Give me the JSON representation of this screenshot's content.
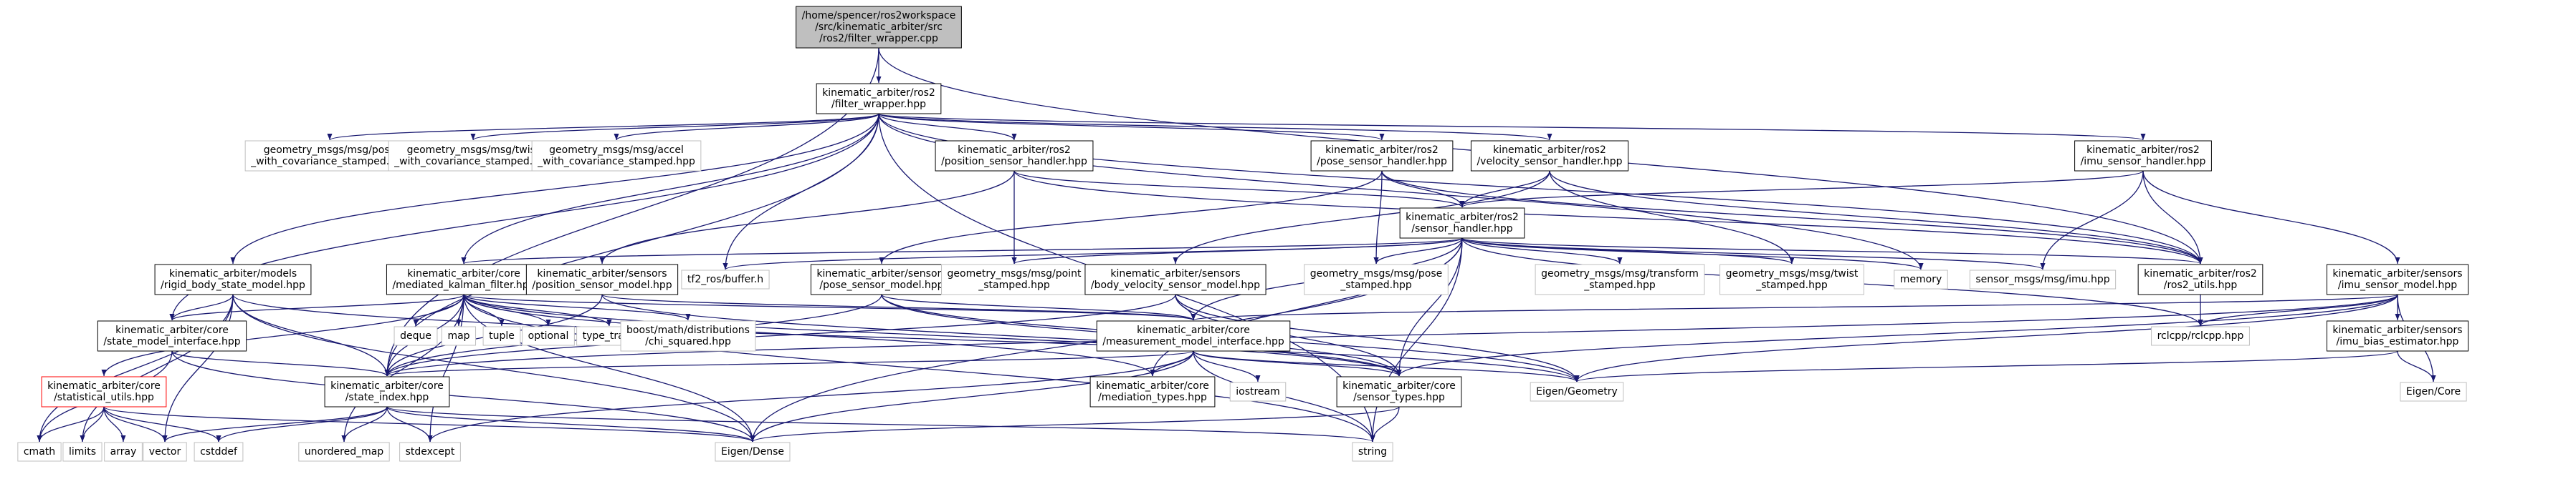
{
  "title": "",
  "colors": {
    "edge": "#191970",
    "border_dark": "#000000",
    "border_red": "#ff0000",
    "border_light": "#bfbfbf",
    "root_fill": "#bfbfbf"
  },
  "nodes": [
    {
      "id": "root",
      "lines": [
        "/home/spencer/ros2workspace",
        "/src/kinematic_arbiter/src",
        "/ros2/filter_wrapper.cpp"
      ],
      "style": "root"
    },
    {
      "id": "fw",
      "lines": [
        "kinematic_arbiter/ros2",
        "/filter_wrapper.hpp"
      ],
      "style": "dark"
    },
    {
      "id": "gm_pose_cov",
      "lines": [
        "geometry_msgs/msg/pose",
        "_with_covariance_stamped.hpp"
      ],
      "style": "light"
    },
    {
      "id": "gm_twist_cov",
      "lines": [
        "geometry_msgs/msg/twist",
        "_with_covariance_stamped.hpp"
      ],
      "style": "light"
    },
    {
      "id": "gm_accel_cov",
      "lines": [
        "geometry_msgs/msg/accel",
        "_with_covariance_stamped.hpp"
      ],
      "style": "light"
    },
    {
      "id": "pos_handler",
      "lines": [
        "kinematic_arbiter/ros2",
        "/position_sensor_handler.hpp"
      ],
      "style": "dark"
    },
    {
      "id": "pose_handler",
      "lines": [
        "kinematic_arbiter/ros2",
        "/pose_sensor_handler.hpp"
      ],
      "style": "dark"
    },
    {
      "id": "vel_handler",
      "lines": [
        "kinematic_arbiter/ros2",
        "/velocity_sensor_handler.hpp"
      ],
      "style": "dark"
    },
    {
      "id": "imu_handler",
      "lines": [
        "kinematic_arbiter/ros2",
        "/imu_sensor_handler.hpp"
      ],
      "style": "dark"
    },
    {
      "id": "sensor_handler",
      "lines": [
        "kinematic_arbiter/ros2",
        "/sensor_handler.hpp"
      ],
      "style": "dark"
    },
    {
      "id": "rigid_model",
      "lines": [
        "kinematic_arbiter/models",
        "/rigid_body_state_model.hpp"
      ],
      "style": "dark"
    },
    {
      "id": "mkf",
      "lines": [
        "kinematic_arbiter/core",
        "/mediated_kalman_filter.hpp"
      ],
      "style": "dark"
    },
    {
      "id": "pos_model",
      "lines": [
        "kinematic_arbiter/sensors",
        "/position_sensor_model.hpp"
      ],
      "style": "dark"
    },
    {
      "id": "tf2",
      "lines": [
        "tf2_ros/buffer.h"
      ],
      "style": "light"
    },
    {
      "id": "pose_model",
      "lines": [
        "kinematic_arbiter/sensors",
        "/pose_sensor_model.hpp"
      ],
      "style": "dark"
    },
    {
      "id": "gm_point",
      "lines": [
        "geometry_msgs/msg/point",
        "_stamped.hpp"
      ],
      "style": "light"
    },
    {
      "id": "bv_model",
      "lines": [
        "kinematic_arbiter/sensors",
        "/body_velocity_sensor_model.hpp"
      ],
      "style": "dark"
    },
    {
      "id": "gm_pose_st",
      "lines": [
        "geometry_msgs/msg/pose",
        "_stamped.hpp"
      ],
      "style": "light"
    },
    {
      "id": "gm_tf",
      "lines": [
        "geometry_msgs/msg/transform",
        "_stamped.hpp"
      ],
      "style": "light"
    },
    {
      "id": "gm_twist_st",
      "lines": [
        "geometry_msgs/msg/twist",
        "_stamped.hpp"
      ],
      "style": "light"
    },
    {
      "id": "memory",
      "lines": [
        "memory"
      ],
      "style": "light"
    },
    {
      "id": "imu_msg",
      "lines": [
        "sensor_msgs/msg/imu.hpp"
      ],
      "style": "light"
    },
    {
      "id": "ros2_utils",
      "lines": [
        "kinematic_arbiter/ros2",
        "/ros2_utils.hpp"
      ],
      "style": "dark"
    },
    {
      "id": "imu_model",
      "lines": [
        "kinematic_arbiter/sensors",
        "/imu_sensor_model.hpp"
      ],
      "style": "dark"
    },
    {
      "id": "smi",
      "lines": [
        "kinematic_arbiter/core",
        "/state_model_interface.hpp"
      ],
      "style": "dark"
    },
    {
      "id": "deque",
      "lines": [
        "deque"
      ],
      "style": "light"
    },
    {
      "id": "map",
      "lines": [
        "map"
      ],
      "style": "light"
    },
    {
      "id": "tuple",
      "lines": [
        "tuple"
      ],
      "style": "light"
    },
    {
      "id": "optional",
      "lines": [
        "optional"
      ],
      "style": "light"
    },
    {
      "id": "type_traits",
      "lines": [
        "type_traits"
      ],
      "style": "light"
    },
    {
      "id": "boost_chi",
      "lines": [
        "boost/math/distributions",
        "/chi_squared.hpp"
      ],
      "style": "light"
    },
    {
      "id": "mmi",
      "lines": [
        "kinematic_arbiter/core",
        "/measurement_model_interface.hpp"
      ],
      "style": "dark"
    },
    {
      "id": "rclcpp",
      "lines": [
        "rclcpp/rclcpp.hpp"
      ],
      "style": "light"
    },
    {
      "id": "imu_bias",
      "lines": [
        "kinematic_arbiter/sensors",
        "/imu_bias_estimator.hpp"
      ],
      "style": "dark"
    },
    {
      "id": "stat_utils",
      "lines": [
        "kinematic_arbiter/core",
        "/statistical_utils.hpp"
      ],
      "style": "red"
    },
    {
      "id": "state_index",
      "lines": [
        "kinematic_arbiter/core",
        "/state_index.hpp"
      ],
      "style": "dark"
    },
    {
      "id": "med_types",
      "lines": [
        "kinematic_arbiter/core",
        "/mediation_types.hpp"
      ],
      "style": "dark"
    },
    {
      "id": "iostream",
      "lines": [
        "iostream"
      ],
      "style": "light"
    },
    {
      "id": "sensor_types",
      "lines": [
        "kinematic_arbiter/core",
        "/sensor_types.hpp"
      ],
      "style": "dark"
    },
    {
      "id": "eigen_geo",
      "lines": [
        "Eigen/Geometry"
      ],
      "style": "light"
    },
    {
      "id": "eigen_core",
      "lines": [
        "Eigen/Core"
      ],
      "style": "light"
    },
    {
      "id": "cmath",
      "lines": [
        "cmath"
      ],
      "style": "light"
    },
    {
      "id": "limits",
      "lines": [
        "limits"
      ],
      "style": "light"
    },
    {
      "id": "array",
      "lines": [
        "array"
      ],
      "style": "light"
    },
    {
      "id": "vector",
      "lines": [
        "vector"
      ],
      "style": "light"
    },
    {
      "id": "cstddef",
      "lines": [
        "cstddef"
      ],
      "style": "light"
    },
    {
      "id": "unordered_map",
      "lines": [
        "unordered_map"
      ],
      "style": "light"
    },
    {
      "id": "stdexcept",
      "lines": [
        "stdexcept"
      ],
      "style": "light"
    },
    {
      "id": "eigen_dense",
      "lines": [
        "Eigen/Dense"
      ],
      "style": "light"
    },
    {
      "id": "string",
      "lines": [
        "string"
      ],
      "style": "light"
    }
  ],
  "edges": [
    [
      "root",
      "fw"
    ],
    [
      "root",
      "state_index"
    ],
    [
      "root",
      "ros2_utils"
    ],
    [
      "fw",
      "gm_pose_cov"
    ],
    [
      "fw",
      "gm_twist_cov"
    ],
    [
      "fw",
      "gm_accel_cov"
    ],
    [
      "fw",
      "pos_handler"
    ],
    [
      "fw",
      "pose_handler"
    ],
    [
      "fw",
      "vel_handler"
    ],
    [
      "fw",
      "imu_handler"
    ],
    [
      "fw",
      "rigid_model"
    ],
    [
      "fw",
      "mkf"
    ],
    [
      "fw",
      "smi"
    ],
    [
      "fw",
      "state_index"
    ],
    [
      "fw",
      "tf2"
    ],
    [
      "fw",
      "memory"
    ],
    [
      "fw",
      "ros2_utils"
    ],
    [
      "fw",
      "string"
    ],
    [
      "pos_handler",
      "sensor_handler"
    ],
    [
      "pos_handler",
      "pos_model"
    ],
    [
      "pos_handler",
      "gm_point"
    ],
    [
      "pos_handler",
      "ros2_utils"
    ],
    [
      "pose_handler",
      "sensor_handler"
    ],
    [
      "pose_handler",
      "pose_model"
    ],
    [
      "pose_handler",
      "gm_pose_st"
    ],
    [
      "pose_handler",
      "ros2_utils"
    ],
    [
      "vel_handler",
      "sensor_handler"
    ],
    [
      "vel_handler",
      "bv_model"
    ],
    [
      "vel_handler",
      "gm_twist_st"
    ],
    [
      "vel_handler",
      "ros2_utils"
    ],
    [
      "imu_handler",
      "sensor_handler"
    ],
    [
      "imu_handler",
      "imu_model"
    ],
    [
      "imu_handler",
      "imu_msg"
    ],
    [
      "imu_handler",
      "ros2_utils"
    ],
    [
      "sensor_handler",
      "mkf"
    ],
    [
      "sensor_handler",
      "tf2"
    ],
    [
      "sensor_handler",
      "gm_point"
    ],
    [
      "sensor_handler",
      "gm_pose_st"
    ],
    [
      "sensor_handler",
      "gm_tf"
    ],
    [
      "sensor_handler",
      "gm_twist_st"
    ],
    [
      "sensor_handler",
      "memory"
    ],
    [
      "sensor_handler",
      "imu_msg"
    ],
    [
      "sensor_handler",
      "ros2_utils"
    ],
    [
      "sensor_handler",
      "rclcpp"
    ],
    [
      "sensor_handler",
      "mmi"
    ],
    [
      "sensor_handler",
      "sensor_types"
    ],
    [
      "sensor_handler",
      "med_types"
    ],
    [
      "sensor_handler",
      "eigen_dense"
    ],
    [
      "sensor_handler",
      "string"
    ],
    [
      "rigid_model",
      "smi"
    ],
    [
      "rigid_model",
      "state_index"
    ],
    [
      "rigid_model",
      "eigen_dense"
    ],
    [
      "rigid_model",
      "eigen_geo"
    ],
    [
      "rigid_model",
      "cmath"
    ],
    [
      "rigid_model",
      "limits"
    ],
    [
      "rigid_model",
      "vector"
    ],
    [
      "mkf",
      "smi"
    ],
    [
      "mkf",
      "mmi"
    ],
    [
      "mkf",
      "state_index"
    ],
    [
      "mkf",
      "med_types"
    ],
    [
      "mkf",
      "sensor_types"
    ],
    [
      "mkf",
      "stat_utils"
    ],
    [
      "mkf",
      "deque"
    ],
    [
      "mkf",
      "map"
    ],
    [
      "mkf",
      "tuple"
    ],
    [
      "mkf",
      "optional"
    ],
    [
      "mkf",
      "type_traits"
    ],
    [
      "mkf",
      "boost_chi"
    ],
    [
      "mkf",
      "eigen_dense"
    ],
    [
      "mkf",
      "stdexcept"
    ],
    [
      "mkf",
      "unordered_map"
    ],
    [
      "mkf",
      "string"
    ],
    [
      "pos_model",
      "mmi"
    ],
    [
      "pos_model",
      "state_index"
    ],
    [
      "pos_model",
      "sensor_types"
    ],
    [
      "pose_model",
      "mmi"
    ],
    [
      "pose_model",
      "state_index"
    ],
    [
      "pose_model",
      "sensor_types"
    ],
    [
      "pose_model",
      "eigen_geo"
    ],
    [
      "bv_model",
      "mmi"
    ],
    [
      "bv_model",
      "state_index"
    ],
    [
      "bv_model",
      "sensor_types"
    ],
    [
      "bv_model",
      "eigen_geo"
    ],
    [
      "ros2_utils",
      "rclcpp"
    ],
    [
      "imu_model",
      "mmi"
    ],
    [
      "imu_model",
      "imu_bias"
    ],
    [
      "imu_model",
      "state_index"
    ],
    [
      "imu_model",
      "sensor_types"
    ],
    [
      "imu_model",
      "eigen_geo"
    ],
    [
      "imu_model",
      "eigen_core"
    ],
    [
      "imu_model",
      "rclcpp"
    ],
    [
      "imu_bias",
      "eigen_geo"
    ],
    [
      "imu_bias",
      "eigen_core"
    ],
    [
      "smi",
      "state_index"
    ],
    [
      "smi",
      "eigen_dense"
    ],
    [
      "smi",
      "cmath"
    ],
    [
      "mmi",
      "state_index"
    ],
    [
      "mmi",
      "sensor_types"
    ],
    [
      "mmi",
      "med_types"
    ],
    [
      "mmi",
      "iostream"
    ],
    [
      "mmi",
      "eigen_dense"
    ],
    [
      "mmi",
      "eigen_geo"
    ],
    [
      "mmi",
      "stdexcept"
    ],
    [
      "mmi",
      "string"
    ],
    [
      "stat_utils",
      "eigen_dense"
    ],
    [
      "stat_utils",
      "cmath"
    ],
    [
      "stat_utils",
      "limits"
    ],
    [
      "stat_utils",
      "array"
    ],
    [
      "stat_utils",
      "vector"
    ],
    [
      "stat_utils",
      "cstddef"
    ],
    [
      "state_index",
      "eigen_dense"
    ],
    [
      "state_index",
      "cstddef"
    ],
    [
      "state_index",
      "vector"
    ],
    [
      "state_index",
      "stdexcept"
    ],
    [
      "state_index",
      "unordered_map"
    ],
    [
      "state_index",
      "string"
    ],
    [
      "sensor_types",
      "eigen_dense"
    ],
    [
      "sensor_types",
      "string"
    ]
  ]
}
